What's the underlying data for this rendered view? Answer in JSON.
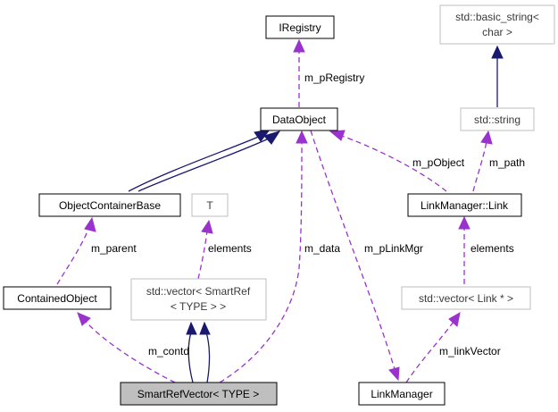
{
  "nodes": {
    "iregistry": "IRegistry",
    "basic_string_line1": "std::basic_string<",
    "basic_string_line2": "char >",
    "dataobject": "DataObject",
    "std_string": "std::string",
    "object_container_base": "ObjectContainerBase",
    "t": "T",
    "linkmanager_link": "LinkManager::Link",
    "contained_object": "ContainedObject",
    "vector_smartref_line1": "std::vector< SmartRef",
    "vector_smartref_line2": "< TYPE > >",
    "vector_link": "std::vector< Link * >",
    "smartrefvector": "SmartRefVector< TYPE >",
    "linkmanager": "LinkManager"
  },
  "edge_labels": {
    "m_pregistry": "m_pRegistry",
    "m_pobject": "m_pObject",
    "m_path": "m_path",
    "m_parent": "m_parent",
    "elements_t": "elements",
    "m_data": "m_data",
    "m_plinkmgr": "m_pLinkMgr",
    "elements_link": "elements",
    "m_contd": "m_contd",
    "m_linkvector": "m_linkVector"
  },
  "colors": {
    "inheritance": "#191970",
    "usage": "#9a32cd",
    "focus_fill": "#bfbfbf",
    "undocumented_border": "#bfbfbf"
  }
}
